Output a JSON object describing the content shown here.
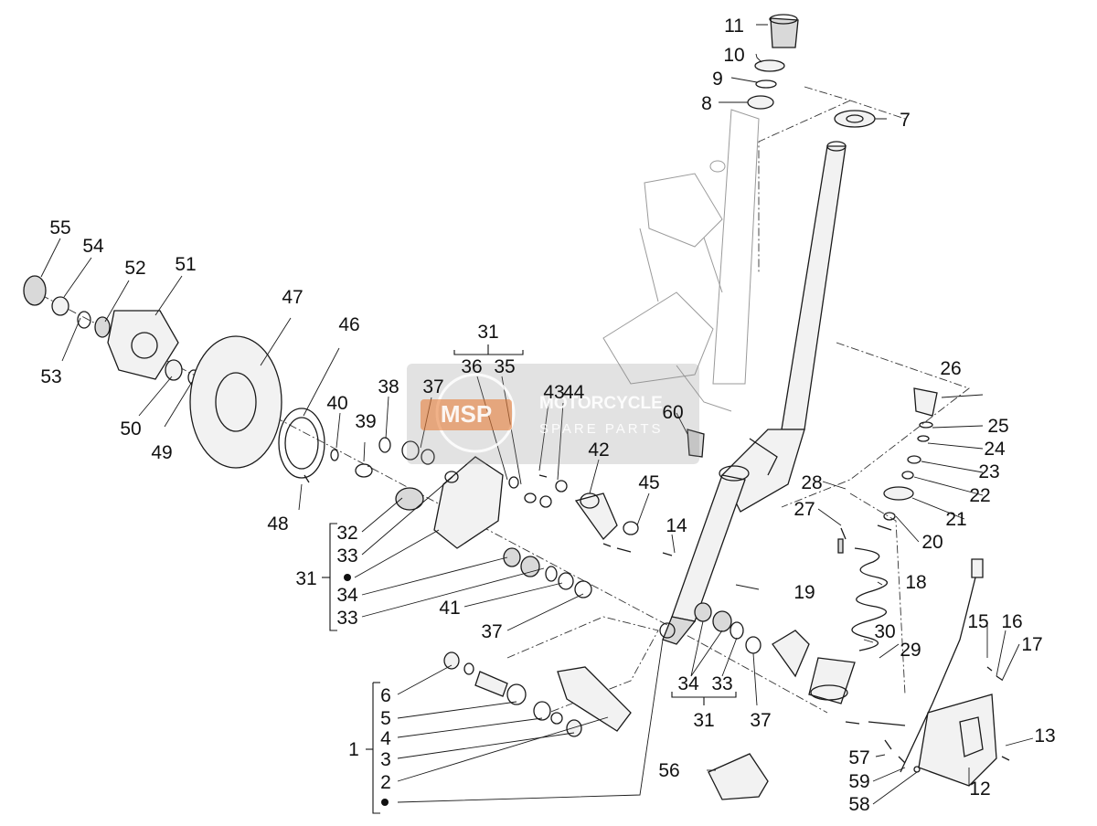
{
  "watermark": {
    "logo": "MSP",
    "line1": "MOTORCYCLE",
    "line2": "SPARE PARTS"
  },
  "callouts": {
    "c1": "1",
    "c2": "2",
    "c3": "3",
    "c4": "4",
    "c5": "5",
    "c6": "6",
    "c7": "7",
    "c8": "8",
    "c9": "9",
    "c10": "10",
    "c11": "11",
    "c12": "12",
    "c13": "13",
    "c14": "14",
    "c15": "15",
    "c16": "16",
    "c17": "17",
    "c18": "18",
    "c19": "19",
    "c20": "20",
    "c21": "21",
    "c22": "22",
    "c23": "23",
    "c24": "24",
    "c25": "25",
    "c26": "26",
    "c27": "27",
    "c28": "28",
    "c29": "29",
    "c30": "30",
    "c31": "31",
    "c32": "32",
    "c33": "33",
    "c34": "34",
    "c35": "35",
    "c36": "36",
    "c37": "37",
    "c38": "38",
    "c39": "39",
    "c40": "40",
    "c41": "41",
    "c42": "42",
    "c43": "43",
    "c44": "44",
    "c45": "45",
    "c46": "46",
    "c47": "47",
    "c48": "48",
    "c49": "49",
    "c50": "50",
    "c51": "51",
    "c52": "52",
    "c53": "53",
    "c54": "54",
    "c55": "55",
    "c56": "56",
    "c57": "57",
    "c58": "58",
    "c59": "59",
    "c60": "60"
  },
  "colors": {
    "line": "#1a1a1a",
    "ghost": "#9a9a9a",
    "watermark": "#8c8c8c",
    "watermark_accent": "#e8742a"
  }
}
